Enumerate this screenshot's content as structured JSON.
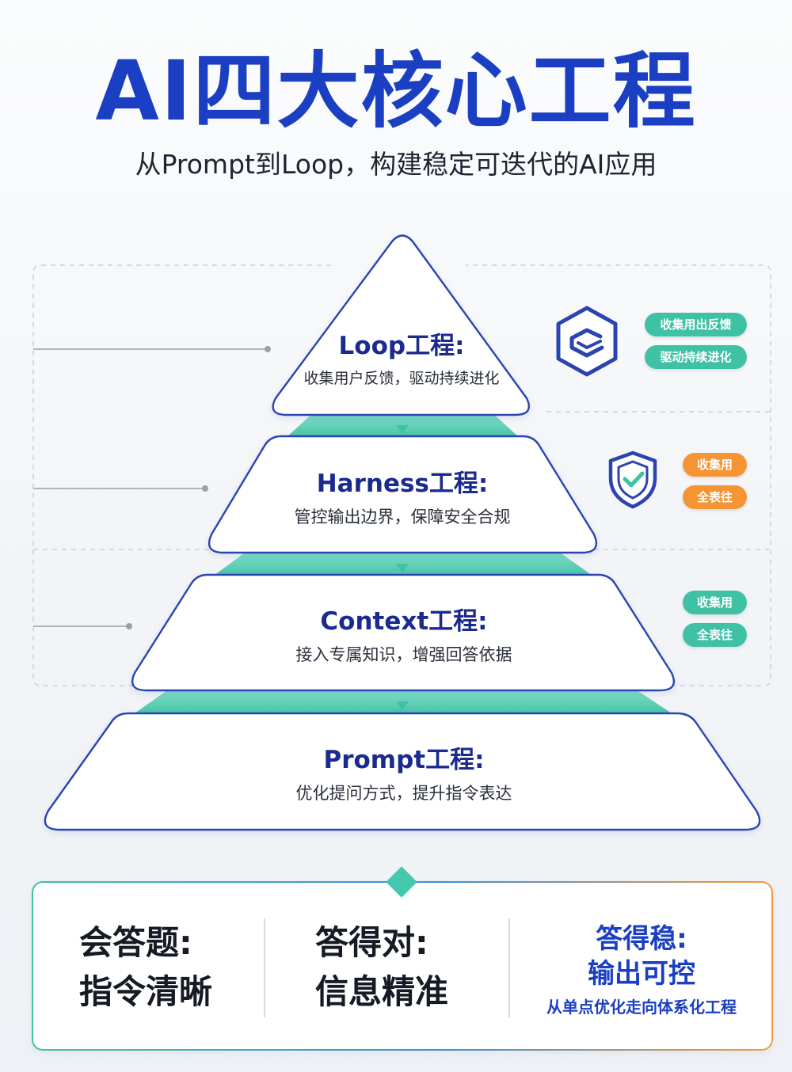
{
  "header": {
    "title": "AI四大核心工程",
    "subtitle": "从Prompt到Loop，构建稳定可迭代的AI应用"
  },
  "colors": {
    "title_blue": "#1b3fc2",
    "layer_blue": "#1a2a8f",
    "outline_blue": "#2a44b0",
    "teal": "#3fc1a6",
    "orange": "#f59433"
  },
  "layers": [
    {
      "title": "Loop工程:",
      "desc": "收集用户反馈，驱动持续进化",
      "icon": "layered-stack-hexagon-icon"
    },
    {
      "title": "Harness工程:",
      "desc": "管控输出边界，保障安全合规",
      "icon": "shield-check-icon"
    },
    {
      "title": "Context工程:",
      "desc": "接入专属知识，增强回答依据"
    },
    {
      "title": "Prompt工程:",
      "desc": "优化提问方式，提升指令表达"
    }
  ],
  "tags": {
    "loop": [
      "收集用出反馈",
      "驱动持续进化"
    ],
    "harness": [
      "收集用",
      "全表往"
    ],
    "context": [
      "收集用",
      "全表往"
    ]
  },
  "outcomes": [
    {
      "line1": "会答题:",
      "line2": "指令清晰"
    },
    {
      "line1": "答得对:",
      "line2": "信息精准"
    },
    {
      "line1": "答得稳:",
      "line2": "输出可控",
      "note": "从单点优化走向体系化工程"
    }
  ]
}
